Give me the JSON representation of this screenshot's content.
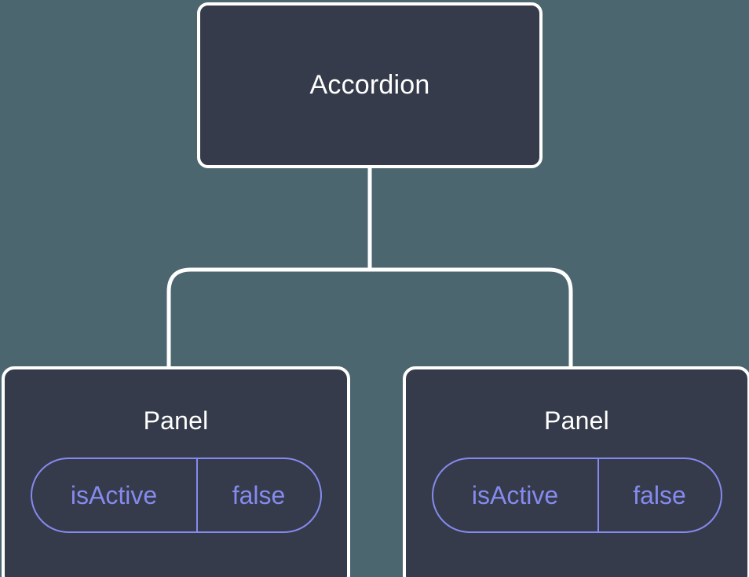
{
  "diagram": {
    "type": "component-tree",
    "background_color": "#4c6670",
    "node_fill_color": "#353b4a",
    "node_border_color": "#ffffff",
    "node_title_color": "#ffffff",
    "pill_color": "#858aee",
    "connector_color": "#ffffff",
    "root": {
      "label": "Accordion"
    },
    "children": [
      {
        "label": "Panel",
        "props": [
          {
            "key": "isActive",
            "value": "false"
          }
        ]
      },
      {
        "label": "Panel",
        "props": [
          {
            "key": "isActive",
            "value": "false"
          }
        ]
      }
    ],
    "connectors": [
      {
        "name": "root-to-bus",
        "from": "Accordion",
        "to": "bus"
      },
      {
        "name": "bus-to-panel-0",
        "from": "bus",
        "to": "Panel"
      },
      {
        "name": "bus-to-panel-1",
        "from": "bus",
        "to": "Panel"
      }
    ]
  }
}
